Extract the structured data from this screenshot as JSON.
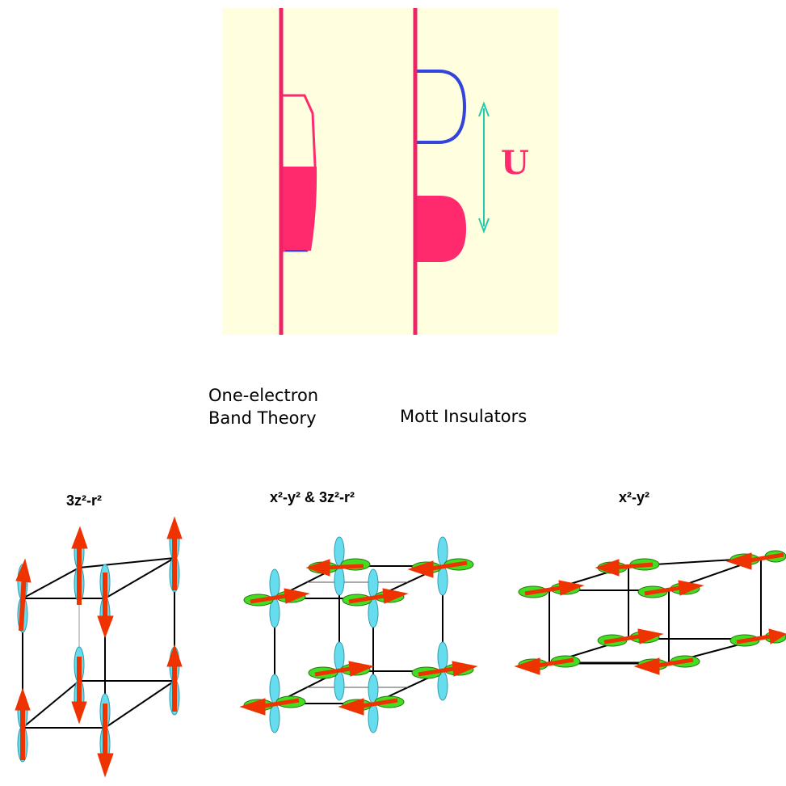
{
  "band_diagram": {
    "gap_label": "U",
    "colors": {
      "background": "#ffffe0",
      "axis": "#ee2266",
      "occupied": "#ff2a6e",
      "empty_band": "#3344dd",
      "gap_arrow": "#22ccaa"
    }
  },
  "captions": {
    "band_theory_line1": "One-electron",
    "band_theory_line2": "Band Theory",
    "mott": "Mott Insulators"
  },
  "lattices": {
    "left_title": "3z²-r²",
    "middle_title": "x²-y² & 3z²-r²",
    "right_title": "x²-y²",
    "colors": {
      "spin_arrow": "#ee3300",
      "dz2_lobe": "#66ddee",
      "dx2y2_lobe": "#44dd22",
      "bond": "#000000"
    }
  }
}
